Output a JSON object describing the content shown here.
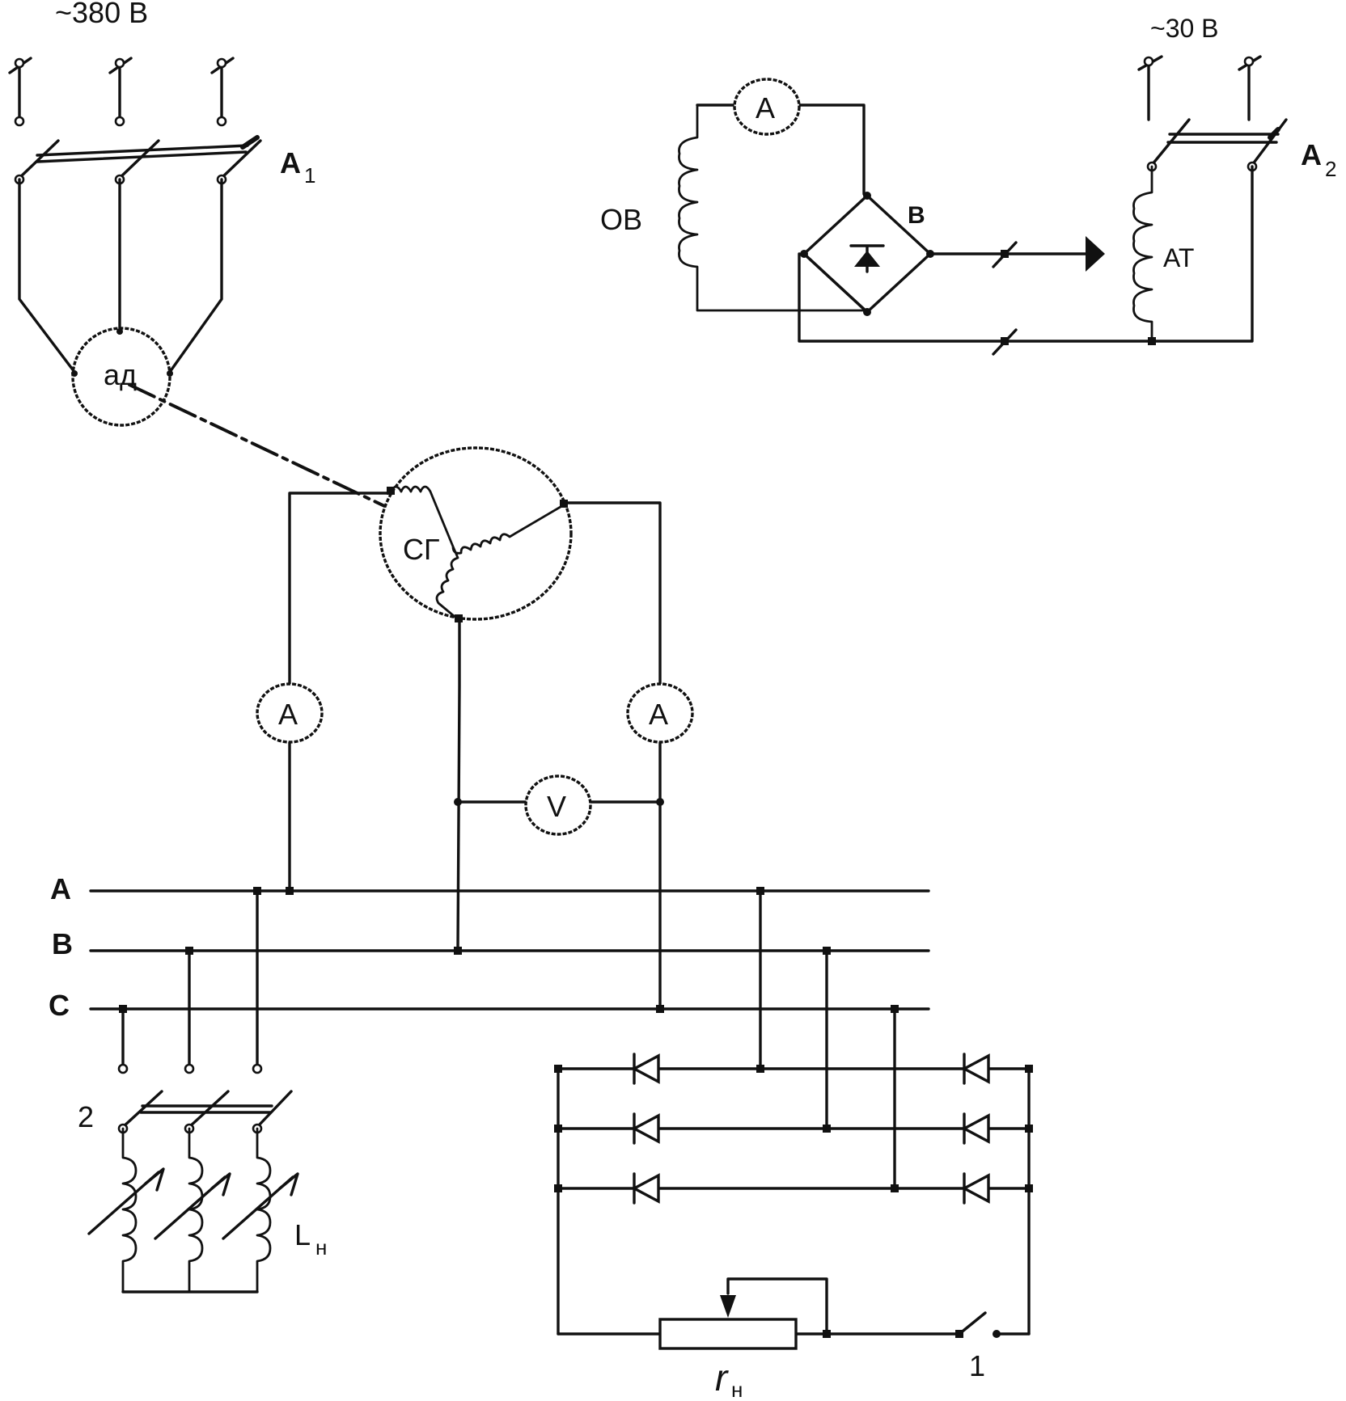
{
  "diagram": {
    "supply_main": "~380 В",
    "supply_aux": "~30 В",
    "switch_a1": "А",
    "switch_a1_sub": "1",
    "switch_a2": "А",
    "switch_a2_sub": "2",
    "motor": "ад",
    "generator": "СГ",
    "field_winding": "ОВ",
    "rectifier_bridge": "В",
    "autotransformer": "АТ",
    "ammeter_field": "А",
    "ammeter_left": "А",
    "ammeter_right": "А",
    "voltmeter": "V",
    "bus_a": "А",
    "bus_b": "В",
    "bus_c": "С",
    "switch_2": "2",
    "inductor": "L",
    "inductor_sub": "н",
    "resistor": "r",
    "resistor_sub": "н",
    "switch_1": "1"
  }
}
